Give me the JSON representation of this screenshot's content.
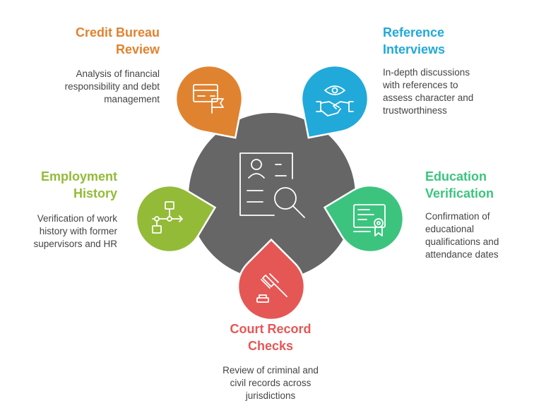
{
  "center": {
    "icon": "document-search-icon",
    "color": "#666666"
  },
  "items": [
    {
      "title": [
        "Credit Bureau",
        "Review"
      ],
      "desc": [
        "Analysis of financial",
        "responsibility and debt",
        "management"
      ],
      "color": "#E08330",
      "icon": "credit-card-flag-icon"
    },
    {
      "title": [
        "Reference",
        "Interviews"
      ],
      "desc": [
        "In-depth discussions",
        "with references to",
        "assess character and",
        "trustworthiness"
      ],
      "color": "#21A9DA",
      "icon": "eye-handshake-icon"
    },
    {
      "title": [
        "Education",
        "Verification"
      ],
      "desc": [
        "Confirmation of",
        "educational",
        "qualifications and",
        "attendance dates"
      ],
      "color": "#3CC47F",
      "icon": "certificate-icon"
    },
    {
      "title": [
        "Court Record",
        "Checks"
      ],
      "desc": [
        "Review of criminal and",
        "civil records across",
        "jurisdictions"
      ],
      "color": "#E55755",
      "icon": "gavel-icon"
    },
    {
      "title": [
        "Employment",
        "History"
      ],
      "desc": [
        "Verification of work",
        "history with former",
        "supervisors and HR"
      ],
      "color": "#93BB38",
      "icon": "workflow-icon"
    }
  ]
}
